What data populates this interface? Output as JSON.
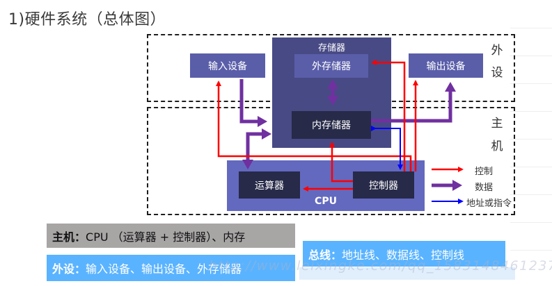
{
  "title": "1)硬件系统（总体图）",
  "zones": {
    "peripheral_label": [
      "外",
      "设"
    ],
    "host_label": [
      "主",
      "机"
    ]
  },
  "blocks": {
    "memory_group": "存储器",
    "external_storage": "外存储器",
    "internal_storage": "内存储器",
    "input_device": "输入设备",
    "output_device": "输出设备",
    "cpu_group": "CPU",
    "alu": "运算器",
    "control_unit": "控制器"
  },
  "legend": [
    {
      "label": "控制",
      "color": "#ff0000",
      "kind": "thin"
    },
    {
      "label": "数据",
      "color": "#7030a0",
      "kind": "thick"
    },
    {
      "label": "地址或指令",
      "color": "#0000ff",
      "kind": "thin"
    }
  ],
  "colors": {
    "control": "#ff0000",
    "data": "#7030a0",
    "address": "#0000ff"
  },
  "summaries": {
    "host": {
      "key": "主机：",
      "value": "CPU （运算器 + 控制器）、内存"
    },
    "peripheral": {
      "key": "外设：",
      "value": "输入设备、输出设备、外存储器"
    },
    "bus": {
      "key": "总线：",
      "value": "地址线、数据线、控制线"
    }
  },
  "watermark": "http://www.leixingke.com/qq_1583148461237"
}
